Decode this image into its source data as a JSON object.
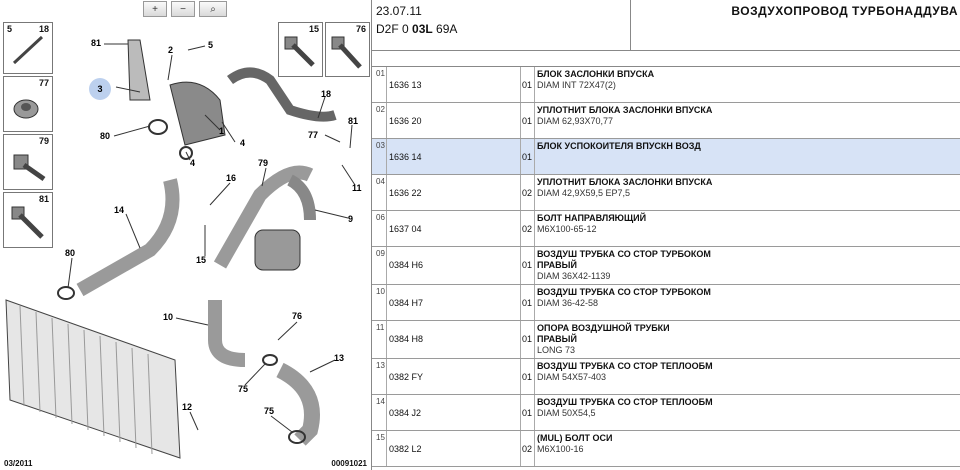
{
  "diagram": {
    "zoom_in_icon": "+",
    "zoom_out_icon": "−",
    "zoom_fit_icon": "⌕",
    "thumbs_left": [
      {
        "a": "5",
        "b": "18"
      },
      {
        "a": "",
        "b": "77"
      },
      {
        "a": "",
        "b": "79"
      },
      {
        "a": "",
        "b": "81"
      }
    ],
    "thumbs_right": [
      {
        "b": "15"
      },
      {
        "b": "76"
      }
    ],
    "callouts": [
      "81",
      "2",
      "5",
      "3",
      "80",
      "1",
      "4",
      "4",
      "18",
      "77",
      "81",
      "11",
      "79",
      "16",
      "14",
      "9",
      "15",
      "80",
      "10",
      "76",
      "13",
      "75",
      "75",
      "12"
    ],
    "footer_left": "03/2011",
    "footer_right": "00091021"
  },
  "header": {
    "date": "23.07.11",
    "model": "D2F 0 03L 69A",
    "model_bold": "03L",
    "title": "ВОЗДУХОПРОВОД ТУРБОНАДДУВА"
  },
  "rows": [
    {
      "num": "01",
      "code": "1636 13",
      "qty": "01",
      "desc": "БЛОК ЗАСЛОНКИ ВПУСКА",
      "spec": "DIAM INT 72X47(2)"
    },
    {
      "num": "02",
      "code": "1636 20",
      "qty": "01",
      "desc": "УПЛОТНИТ БЛОКА ЗАСЛОНКИ ВПУСКА",
      "spec": "DIAM 62,93X70,77"
    },
    {
      "num": "03",
      "code": "1636 14",
      "qty": "01",
      "desc": "БЛОК УСПОКОИТЕЛЯ ВПУСКН ВОЗД",
      "spec": ""
    },
    {
      "num": "04",
      "code": "1636 22",
      "qty": "02",
      "desc": "УПЛОТНИТ БЛОКА ЗАСЛОНКИ ВПУСКА",
      "spec": "DIAM 42,9X59,5 EP7,5"
    },
    {
      "num": "06",
      "code": "1637 04",
      "qty": "02",
      "desc": "БОЛТ НАПРАВЛЯЮЩИЙ",
      "spec": "M6X100-65-12"
    },
    {
      "num": "09",
      "code": "0384 H6",
      "qty": "01",
      "desc": "ВОЗДУШ ТРУБКА СО СТОР ТУРБОКОМ\nПРАВЫЙ",
      "spec": "DIAM 36X42-1139"
    },
    {
      "num": "10",
      "code": "0384 H7",
      "qty": "01",
      "desc": "ВОЗДУШ ТРУБКА СО СТОР ТУРБОКОМ",
      "spec": "DIAM 36-42-58"
    },
    {
      "num": "11",
      "code": "0384 H8",
      "qty": "01",
      "desc": "ОПОРА ВОЗДУШНОЙ ТРУБКИ\nПРАВЫЙ",
      "spec": "LONG 73"
    },
    {
      "num": "13",
      "code": "0382 FY",
      "qty": "01",
      "desc": "ВОЗДУШ ТРУБКА СО СТОР ТЕПЛООБМ",
      "spec": "DIAM 54X57-403"
    },
    {
      "num": "14",
      "code": "0384 J2",
      "qty": "01",
      "desc": "ВОЗДУШ ТРУБКА СО СТОР ТЕПЛООБМ",
      "spec": "DIAM 50X54,5"
    },
    {
      "num": "15",
      "code": "0382 L2",
      "qty": "02",
      "desc": "(MUL) БОЛТ ОСИ",
      "spec": "M6X100-16"
    }
  ]
}
